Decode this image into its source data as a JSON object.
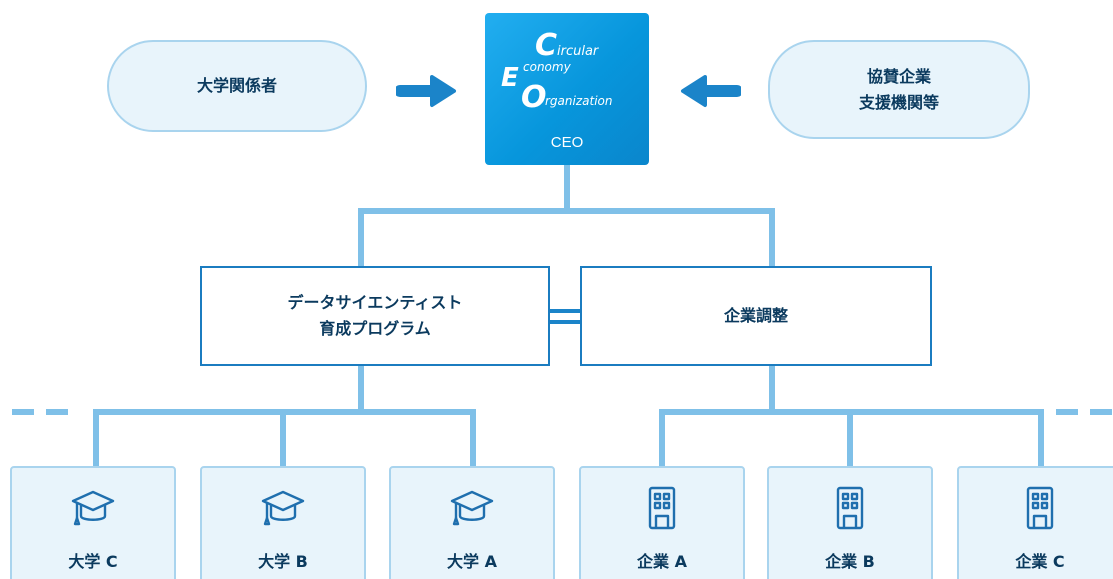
{
  "stakeholders": {
    "left": {
      "lines": [
        "大学関係者"
      ]
    },
    "right": {
      "lines": [
        "協賛企業",
        "支援機関等"
      ]
    }
  },
  "ceo": {
    "logo": {
      "line1_initial": "C",
      "line1_rest": "ircular",
      "line2_initial": "E",
      "line2_rest": "conomy",
      "line3_initial": "O",
      "line3_rest": "rganization"
    },
    "label": "CEO"
  },
  "programs": {
    "data_science": {
      "lines": [
        "データサイエンティスト",
        "育成プログラム"
      ]
    },
    "corporate": {
      "lines": [
        "企業調整"
      ]
    }
  },
  "leaves": [
    {
      "label": "大学 C",
      "icon": "graduation-cap-icon"
    },
    {
      "label": "大学 B",
      "icon": "graduation-cap-icon"
    },
    {
      "label": "大学 A",
      "icon": "graduation-cap-icon"
    },
    {
      "label": "企業 A",
      "icon": "building-icon"
    },
    {
      "label": "企業 B",
      "icon": "building-icon"
    },
    {
      "label": "企業 C",
      "icon": "building-icon"
    }
  ],
  "colors": {
    "connector": "#7fc0e8",
    "arrow": "#1b84c9",
    "ceo_box": "#0a9ae2",
    "pill_fill": "#e8f4fb",
    "pill_border": "#a9d4ee",
    "box_border": "#1b7cc0",
    "text": "#0b3a5e",
    "icon": "#1f6fae"
  }
}
